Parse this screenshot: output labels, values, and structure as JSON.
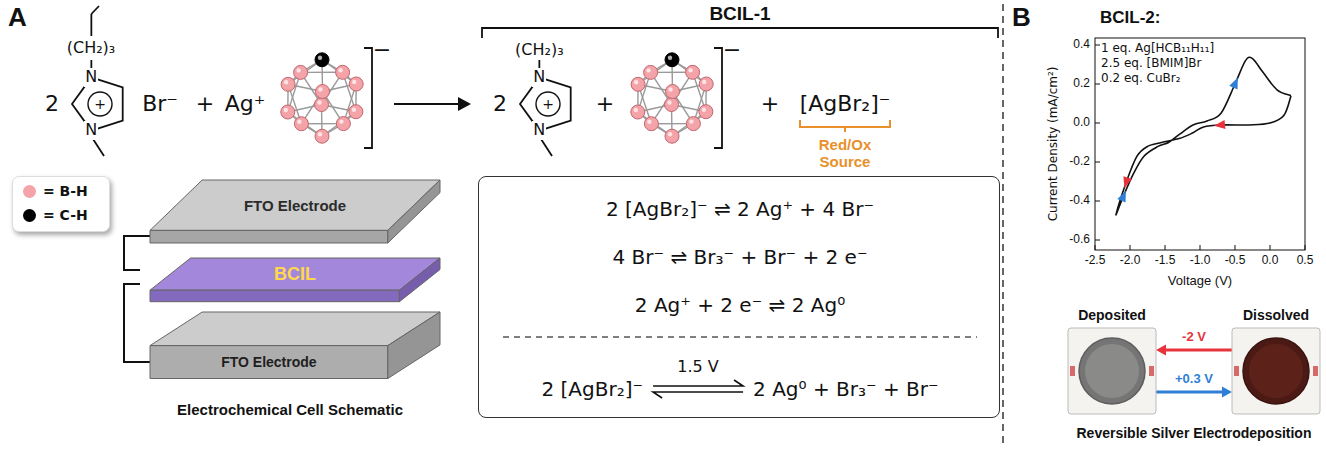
{
  "diagram": {
    "nodes": [
      {
        "text": [
          "FTO Electrode"
        ]
      },
      {
        "text": [
          "BCIL"
        ]
      },
      {
        "text": [
          "FTO Electrode"
        ]
      },
      {
        "text": [
          "2 [AgBr₂]⁻ ⇌ 2 Ag⁺ + 4 Br⁻",
          "4 Br⁻ ⇌ Br₃⁻ + Br⁻ + 2 e⁻",
          "2 Ag⁺ + 2 e⁻ ⇌ 2 Ag⁰",
          "2 [AgBr₂]⁻",
          "1.5 V",
          "2 Ag⁰ + Br₃⁻ + Br⁻"
        ]
      },
      {
        "text": [
          "Deposited"
        ]
      },
      {
        "text": [
          "Dissolved"
        ]
      }
    ],
    "edges": [
      {
        "from": 5,
        "to": 4,
        "label": "-2 V",
        "arrow": "to"
      },
      {
        "from": 4,
        "to": 5,
        "label": "+0.3 V",
        "arrow": "to"
      }
    ],
    "labels": [
      "A",
      "2",
      "(CH₂)₃",
      "N",
      "+",
      "N",
      "Br⁻",
      "+",
      "Ag⁺",
      "−",
      "BCIL-1",
      "2",
      "(CH₂)₃",
      "N",
      "+",
      "N",
      "+",
      "−",
      "+",
      "[AgBr₂]⁻",
      "Red/Ox Source",
      "Electrochemical Cell Schematic",
      "B",
      "BCIL-2:",
      "1 eq. Ag[HCB₁₁H₁₁]",
      "2.5 eq. [BMIM]Br",
      "0.2 eq. CuBr₂",
      "Current Density (mA/cm²)",
      "Voltage (V)",
      "0.4",
      "0.2",
      "0.0",
      "-0.2",
      "-0.4",
      "-0.6",
      "-2.5",
      "-2.0",
      "-1.5",
      "-1.0",
      "-0.5",
      "0.0",
      "0.5",
      "Reversible Silver Electrodeposition"
    ],
    "legend": [
      {
        "text": "= B-H",
        "color": "#f4a3a8"
      },
      {
        "text": "= C-H",
        "color": "#000000"
      }
    ]
  }
}
